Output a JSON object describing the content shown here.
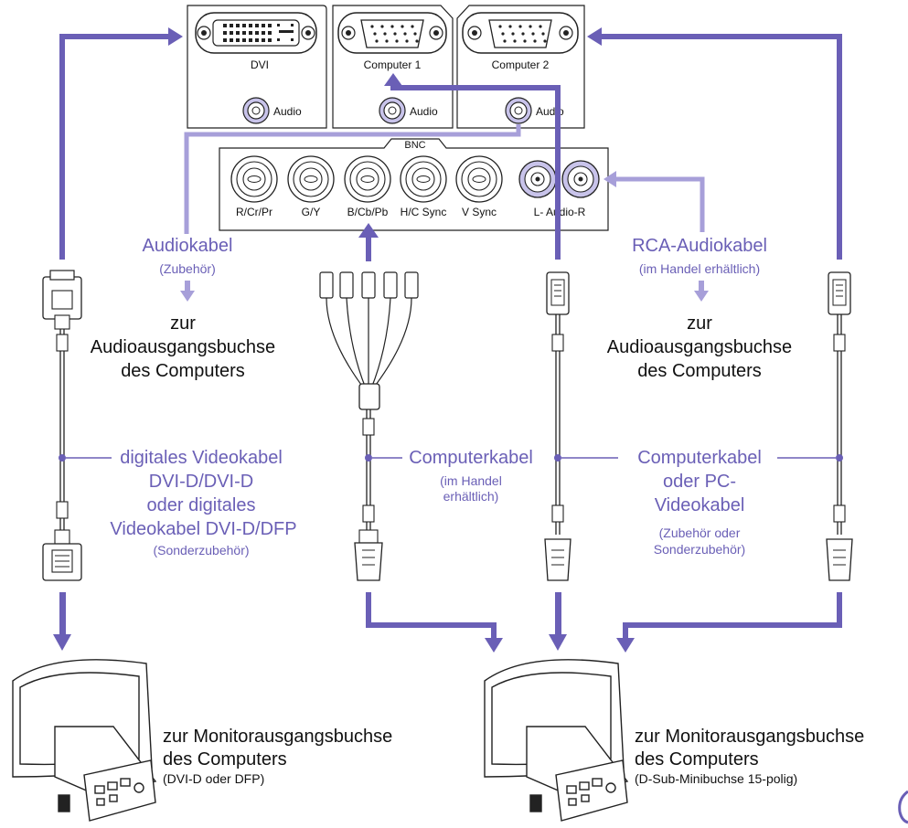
{
  "ports": {
    "dvi": "DVI",
    "computer1": "Computer 1",
    "computer2": "Computer 2",
    "audio": "Audio",
    "bnc": "BNC",
    "bnc_rcrpr": "R/Cr/Pr",
    "bnc_gy": "G/Y",
    "bnc_bcbpb": "B/Cb/Pb",
    "bnc_hcsync": "H/C Sync",
    "bnc_vsync": "V Sync",
    "rca_audio": "L- Audio-R"
  },
  "audio_cable": {
    "title": "Audiokabel",
    "note": "(Zubehör)",
    "dest_line1": "zur",
    "dest_line2": "Audioausgangsbuchse",
    "dest_line3": "des Computers"
  },
  "rca_audio_cable": {
    "title": "RCA-Audiokabel",
    "note": "(im Handel erhältlich)",
    "dest_line1": "zur",
    "dest_line2": "Audioausgangsbuchse",
    "dest_line3": "des Computers"
  },
  "digital_cable": {
    "line1": "digitales Videokabel",
    "line2": "DVI-D/DVI-D",
    "line3": "oder digitales",
    "line4": "Videokabel DVI-D/DFP",
    "note": "(Sonderzubehör)"
  },
  "computer_cable": {
    "title": "Computerkabel",
    "note1": "(im Handel",
    "note2": "erhältlich)"
  },
  "pc_video_cable": {
    "line1": "Computerkabel",
    "line2": "oder PC-",
    "line3": "Videokabel",
    "note1": "(Zubehör oder",
    "note2": "Sonderzubehör)"
  },
  "monitor_left": {
    "line1": "zur Monitorausgangsbuchse",
    "line2": "des Computers",
    "note": "(DVI-D oder DFP)"
  },
  "monitor_right": {
    "line1": "zur Monitorausgangsbuchse",
    "line2": "des Computers",
    "note": "(D-Sub-Minibuchse 15-polig)"
  },
  "colors": {
    "cable_dark": "#6a5fb6",
    "cable_light": "#a79fd9",
    "panel_stroke": "#222222"
  }
}
